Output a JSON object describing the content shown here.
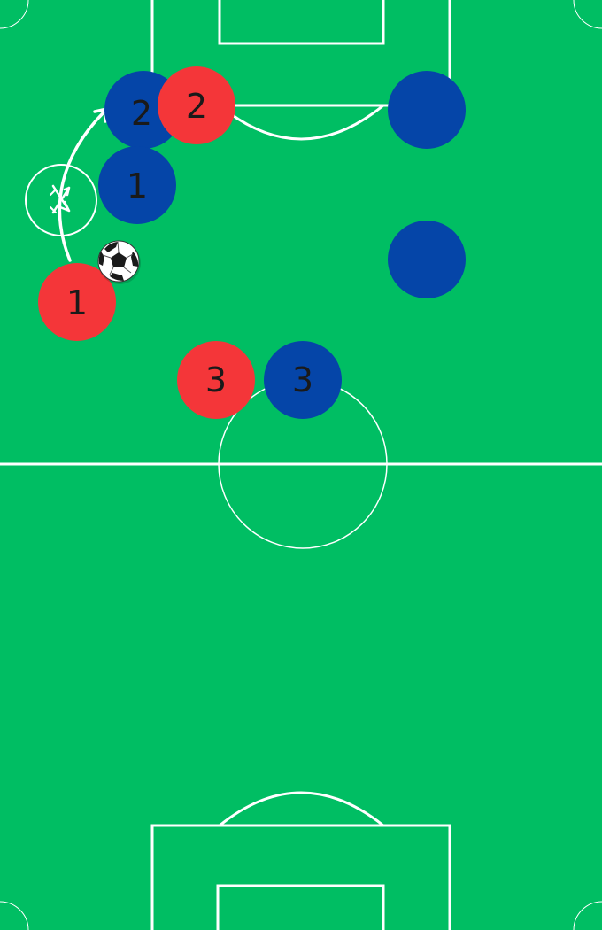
{
  "colors": {
    "pitch": "#00BE63",
    "lines": "#FFFFFF",
    "attack_team": "#F43639",
    "defense_team": "#0545A8",
    "label": "#1a1a1a"
  },
  "icons": {
    "ball": "soccer-ball-icon",
    "cut": "crossed-arrows-icon",
    "run": "curved-arrow-icon"
  },
  "players": {
    "attack_1": {
      "team": "attack",
      "label": "1"
    },
    "attack_2": {
      "team": "attack",
      "label": "2"
    },
    "attack_3": {
      "team": "attack",
      "label": "3"
    },
    "defense_1": {
      "team": "defense",
      "label": "1"
    },
    "defense_2": {
      "team": "defense",
      "label": "2"
    },
    "defense_3": {
      "team": "defense",
      "label": "3"
    },
    "defense_4": {
      "team": "defense",
      "label": ""
    },
    "defense_5": {
      "team": "defense",
      "label": ""
    }
  }
}
